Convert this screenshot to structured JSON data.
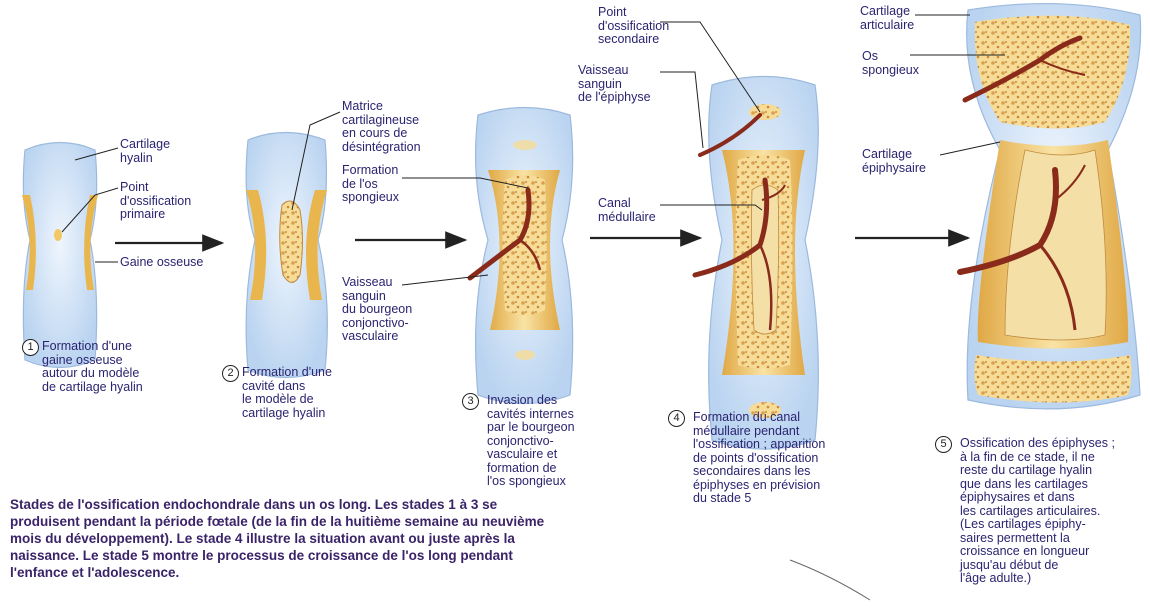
{
  "labels": {
    "cartilage_hyalin": "Cartilage\nhyalin",
    "point_ossif_primaire": "Point\nd'ossification\nprimaire",
    "gaine_osseuse": "Gaine osseuse",
    "matrice": "Matrice\ncartilagineuse\nen cours de\ndésintégration",
    "formation_os_spongieux": "Formation\nde l'os\nspongieux",
    "vaisseau_bourgeon": "Vaisseau\nsanguin\ndu bourgeon\nconjonctivo-\nvasculaire",
    "point_ossif_secondaire": "Point\nd'ossification\nsecondaire",
    "vaisseau_epiphyse": "Vaisseau\nsanguin\nde l'épiphyse",
    "canal_medullaire": "Canal\nmédullaire",
    "cartilage_articulaire": "Cartilage\narticulaire",
    "os_spongieux": "Os\nspongieux",
    "cartilage_epiphysaire": "Cartilage\népiphysaire"
  },
  "stages": [
    {
      "number": "1",
      "text": "Formation d'une\ngaine osseuse\nautour du modèle\nde cartilage hyalin"
    },
    {
      "number": "2",
      "text": "Formation d'une\ncavité dans\nle modèle de\ncartilage hyalin"
    },
    {
      "number": "3",
      "text": "Invasion des\ncavités internes\npar le bourgeon\nconjonctivo-\nvasculaire et\nformation de\nl'os spongieux"
    },
    {
      "number": "4",
      "text": "Formation du canal\nmédullaire pendant\nl'ossification ; apparition\nde points d'ossification\nsecondaires dans les\népiphyses en prévision\ndu stade 5"
    },
    {
      "number": "5",
      "text": "Ossification des épiphyses ;\nà la fin de ce stade, il ne\nreste du cartilage hyalin\nque dans les cartilages\népiphysaires et dans\nles cartilages articulaires.\n(Les cartilages épiphy-\nsaires permettent la\ncroissance en longueur\njusqu'au début de\nl'âge adulte.)"
    }
  ],
  "caption": {
    "title": "Stades de l'ossification endochondrale dans un os long.",
    "body": " Les stades 1 à 3 se produisent pendant la période fœtale (de la fin de la huitième semaine au neuvième mois du développement). Le stade 4 illustre la situation avant ou juste après la naissance. Le stade 5 montre le processus de croissance de l'os long pendant l'enfance et l'adolescence."
  },
  "colors": {
    "cartilage": "#cfe1f7",
    "bone": "#f2c866",
    "spongy": "#e8b86a",
    "vessel": "#8a2a1a",
    "label_text": "#2a2470",
    "caption_text": "#3a2368"
  }
}
